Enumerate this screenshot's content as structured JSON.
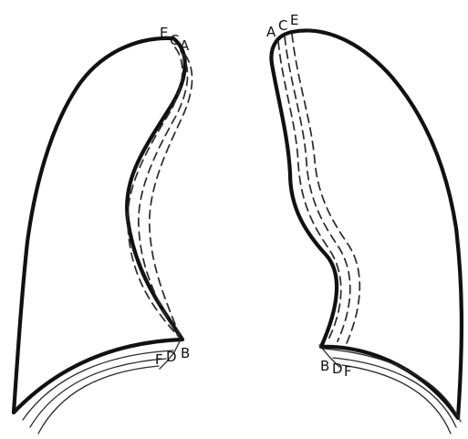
{
  "diagram": {
    "left_lung": {
      "top_labels": [
        "E",
        "C",
        "A"
      ],
      "bottom_labels": [
        "F",
        "D",
        "B"
      ]
    },
    "right_lung": {
      "top_labels": [
        "A",
        "C",
        "E"
      ],
      "bottom_labels": [
        "B",
        "D",
        "F"
      ]
    },
    "colors": {
      "stroke": "#111111",
      "background": "#ffffff"
    }
  }
}
